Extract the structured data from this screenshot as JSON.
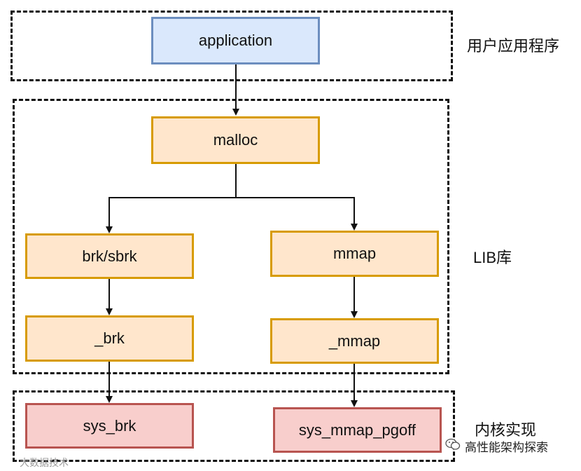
{
  "regions": {
    "user_space": {
      "label": "用户应用程序"
    },
    "library": {
      "label": "LIB库"
    },
    "kernel": {
      "label": "内核实现"
    }
  },
  "nodes": {
    "application": "application",
    "malloc": "malloc",
    "brk_sbrk": "brk/sbrk",
    "mmap": "mmap",
    "brk": "_brk",
    "mmap_internal": "_mmap",
    "sys_brk": "sys_brk",
    "sys_mmap_pgoff": "sys_mmap_pgoff"
  },
  "edges": [
    {
      "from": "application",
      "to": "malloc"
    },
    {
      "from": "malloc",
      "to": "brk/sbrk"
    },
    {
      "from": "malloc",
      "to": "mmap"
    },
    {
      "from": "brk/sbrk",
      "to": "_brk"
    },
    {
      "from": "mmap",
      "to": "_mmap"
    },
    {
      "from": "_brk",
      "to": "sys_brk"
    },
    {
      "from": "_mmap",
      "to": "sys_mmap_pgoff"
    }
  ],
  "watermark": {
    "text": "高性能架构探索",
    "faint_text": "大数据技术",
    "icon": "wechat-icon"
  },
  "colors": {
    "user_fill": "#dae8fc",
    "user_stroke": "#6c8ebf",
    "lib_fill": "#ffe6cc",
    "lib_stroke": "#d79b00",
    "kernel_fill": "#f8cecc",
    "kernel_stroke": "#b85450"
  }
}
